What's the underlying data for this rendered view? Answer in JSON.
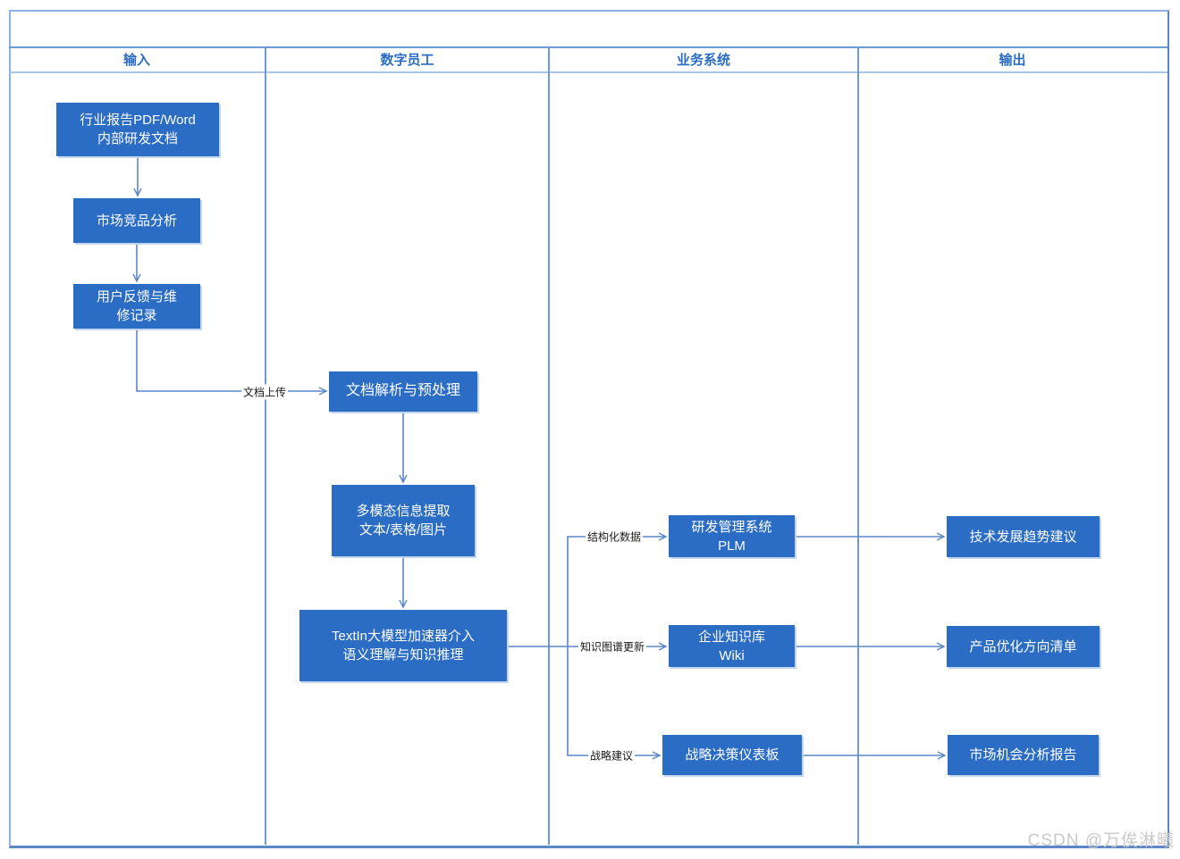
{
  "lanes": [
    {
      "label": "输入"
    },
    {
      "label": "数字员工"
    },
    {
      "label": "业务系统"
    },
    {
      "label": "输出"
    }
  ],
  "nodes": {
    "industry_report": "行业报告PDF/Word\n内部研发文档",
    "market_analysis": "市场竞品分析",
    "user_feedback": "用户反馈与维\n修记录",
    "doc_parsing": "文档解析与预处理",
    "multimodal": "多模态信息提取\n文本/表格/图片",
    "textin": "TextIn大模型加速器介入\n语义理解与知识推理",
    "plm": "研发管理系统\nPLM",
    "wiki": "企业知识库\nWiki",
    "dashboard": "战略决策仪表板",
    "tech_trend": "技术发展趋势建议",
    "product_opt": "产品优化方向清单",
    "market_report": "市场机会分析报告"
  },
  "edge_labels": {
    "doc_upload": "文档上传",
    "structured_data": "结构化数据",
    "kg_update": "知识图谱更新",
    "strategy_advice": "战略建议"
  },
  "colors": {
    "node_fill": "#2b6cc4",
    "lane_border": "#6f9ad8",
    "connector": "#5b87c7"
  },
  "watermark": "CSDN @万俟淋曦"
}
